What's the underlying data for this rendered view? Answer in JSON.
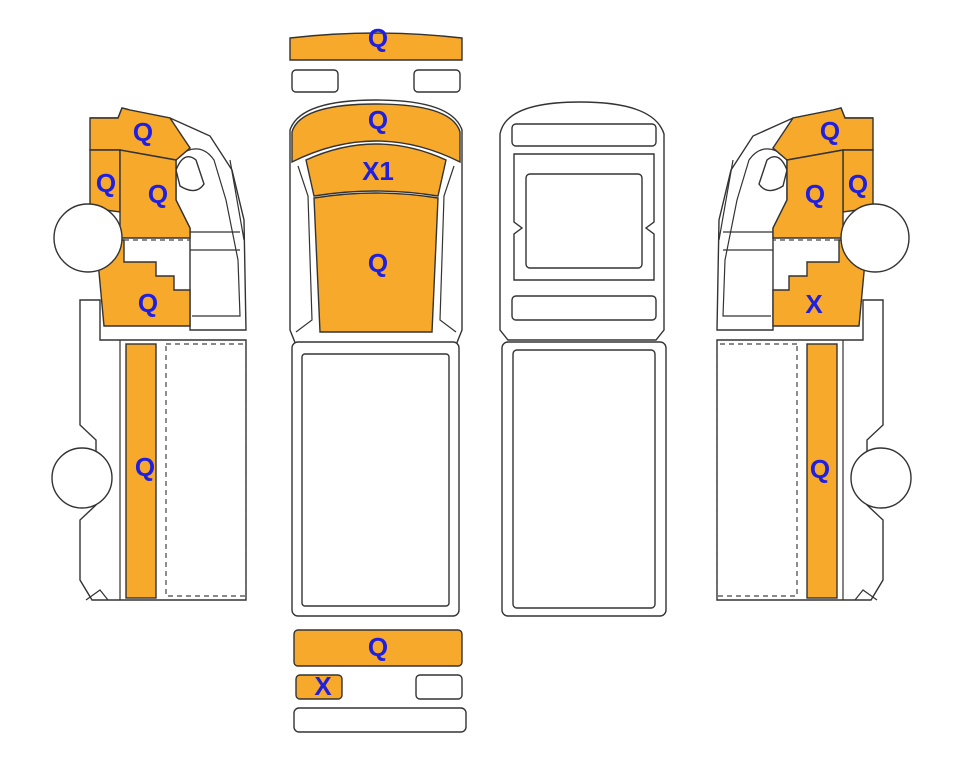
{
  "colors": {
    "damage_fill": "#f7a92c",
    "label_text": "#1f1fe0",
    "outline": "#333333",
    "background": "#ffffff"
  },
  "labels": {
    "front_bumper": "Q",
    "hood_front": "Q",
    "windshield": "X1",
    "roof_front": "Q",
    "rear_bumper": "Q",
    "rear_left_light": "X",
    "left_cab_top": "Q",
    "left_cab_side": "Q",
    "left_door": "Q",
    "left_lower_front": "Q",
    "left_bed_rail": "Q",
    "right_cab_top": "Q",
    "right_cab_side": "Q",
    "right_door": "Q",
    "right_lower_front": "X",
    "right_bed_rail": "Q"
  }
}
